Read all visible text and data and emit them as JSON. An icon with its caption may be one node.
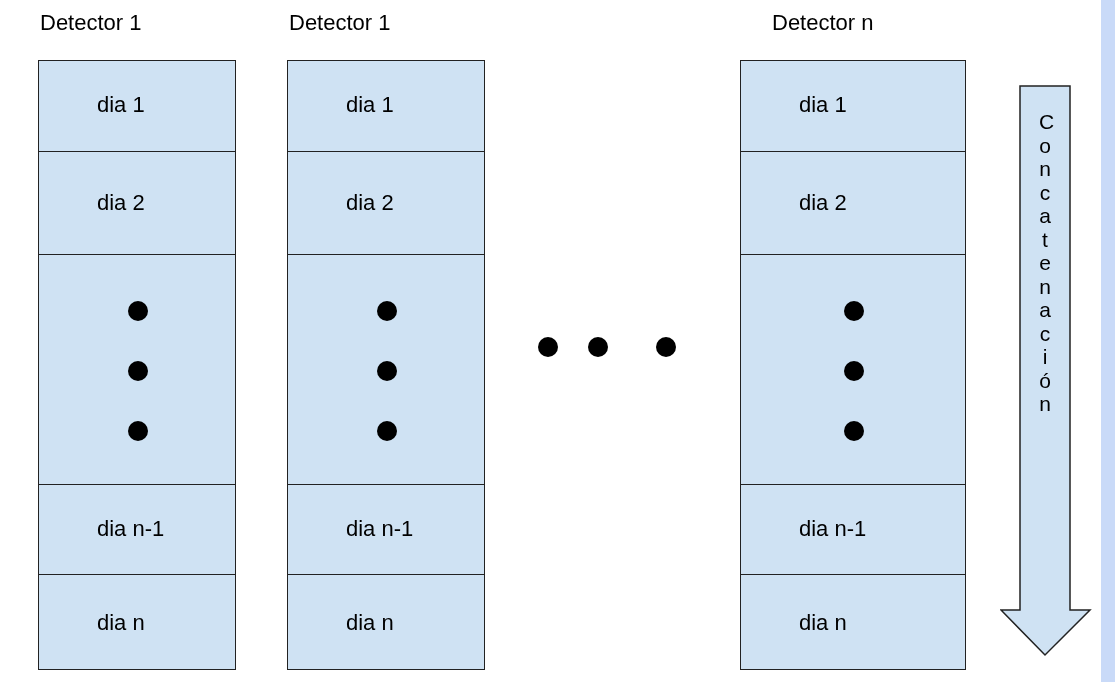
{
  "diagram": {
    "nodes": [
      {
        "text": [
          "Detector 1"
        ]
      },
      {
        "text": [
          "dia 1"
        ],
        "in": 0
      },
      {
        "text": [
          "dia 2"
        ],
        "in": 0
      },
      {
        "text": [],
        "shape": "box",
        "in": 0
      },
      {
        "text": [
          "dia n-1"
        ],
        "in": 0
      },
      {
        "text": [
          "dia n"
        ],
        "in": 0
      },
      {
        "text": [
          "Detector 1"
        ]
      },
      {
        "text": [
          "dia 1"
        ],
        "in": 6
      },
      {
        "text": [
          "dia 2"
        ],
        "in": 6
      },
      {
        "text": [],
        "shape": "box",
        "in": 6
      },
      {
        "text": [
          "dia n-1"
        ],
        "in": 6
      },
      {
        "text": [
          "dia n"
        ],
        "in": 6
      },
      {
        "text": [
          "Detector n"
        ]
      },
      {
        "text": [
          "dia 1"
        ],
        "in": 12
      },
      {
        "text": [
          "dia 2"
        ],
        "in": 12
      },
      {
        "text": [],
        "shape": "box",
        "in": 12
      },
      {
        "text": [
          "dia n-1"
        ],
        "in": 12
      },
      {
        "text": [
          "dia n"
        ],
        "in": 12
      },
      {
        "text": [
          "Concatenación"
        ]
      }
    ],
    "edges": []
  }
}
